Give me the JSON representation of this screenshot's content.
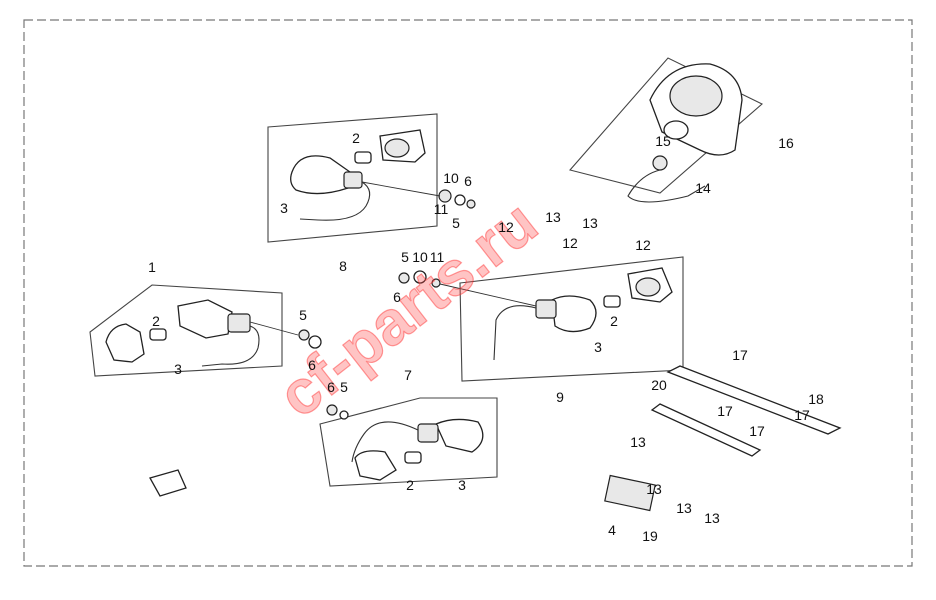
{
  "watermark": "cf-parts.ru",
  "callouts": [
    "1",
    "2",
    "3",
    "5",
    "6",
    "8",
    "2",
    "3",
    "10",
    "11",
    "5",
    "6",
    "5",
    "10",
    "11",
    "6",
    "12",
    "13",
    "12",
    "13",
    "12",
    "14",
    "15",
    "16",
    "2",
    "3",
    "9",
    "7",
    "6",
    "5",
    "2",
    "3",
    "17",
    "20",
    "17",
    "17",
    "18",
    "17",
    "13",
    "13",
    "13",
    "13",
    "4",
    "19"
  ]
}
